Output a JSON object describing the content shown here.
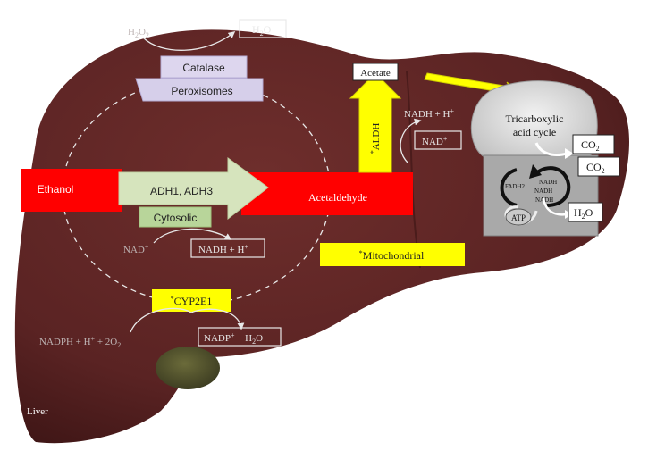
{
  "liver_label": "Liver",
  "peroxisome": {
    "substrate": "H",
    "substrate_sub": "2",
    "substrate_end": "O",
    "substrate_sub2": "2",
    "product": "H",
    "product_sub": "2",
    "product_end": "O",
    "enzyme": "Catalase",
    "compartment": "Peroxisomes"
  },
  "cytosol": {
    "ethanol": "Ethanol",
    "enzyme": "ADH1, ADH3",
    "compartment": "Cytosolic",
    "cofactor_in": "NAD",
    "cofactor_in_sup": "+",
    "cofactor_out": "NADH + H",
    "cofactor_out_sup": "+"
  },
  "acetaldehyde": "Acetaldehyde",
  "aldh": {
    "star": "*",
    "enzyme": "ALDH",
    "product": "Acetate",
    "cofactor_out": "NADH + H",
    "cofactor_out_sup": "+",
    "cofactor_in": "NAD",
    "cofactor_in_sup": "+"
  },
  "mitochondrial": {
    "star": "*",
    "label": "Mitochondrial"
  },
  "cyp2e1": {
    "star": "*",
    "enzyme": "CYP2E1",
    "substrate_a": "NADPH + H",
    "substrate_sup": "+",
    "substrate_b": " + 2O",
    "substrate_sub": "2",
    "product_a": "NADP",
    "product_sup": "+",
    "product_b": " + H",
    "product_sub": "2",
    "product_c": "O"
  },
  "tca": {
    "line1": "Tricarboxylic",
    "line2": "acid cycle",
    "co2_a": "CO",
    "co2_a_sub": "2",
    "co2_b": "CO",
    "co2_b_sub": "2"
  },
  "etc": {
    "fadh2": "FADH2",
    "nadh1": "NADH",
    "nadh2": "NADH",
    "nadh3": "NADH",
    "atp": "ATP",
    "water": "H",
    "water_sub": "2",
    "water_end": "O"
  },
  "colors": {
    "liver": "#5a2323",
    "ethanol_red": "#ff0000",
    "yellow": "#ffff00",
    "green_arrow": "#d6e4bd",
    "cytosolic_box": "#b8d59a",
    "lavender": "#d9d2ec",
    "tca_gray": "#cfcfcf",
    "etc_gray": "#a9a9a9"
  }
}
